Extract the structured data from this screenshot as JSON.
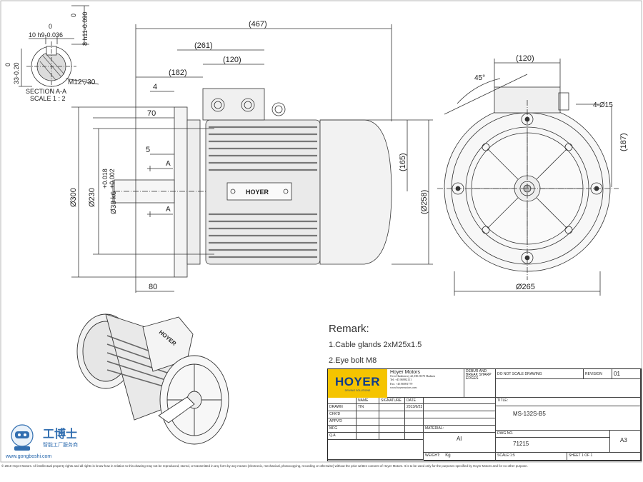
{
  "section": {
    "title_line1": "SECTION A-A",
    "title_line2": "SCALE 1 : 2",
    "key_tol": "10 h9-0.036",
    "key_zero": "0",
    "height_tol_top": "0",
    "height_tol_mid": "8 h11-0.090",
    "side_zero": "0",
    "side_tol": "33-0.20",
    "thread": "M12▽30"
  },
  "side_view": {
    "dims": {
      "overall": "(467)",
      "d261": "(261)",
      "d120": "(120)",
      "d182": "(182)",
      "d4": "4",
      "d70": "70",
      "d5": "5",
      "d80": "80",
      "d165": "(165)",
      "d258": "(Ø258)",
      "d300": "Ø300",
      "d230": "Ø230",
      "d38": "Ø38 k6",
      "tol_up": "+0.018",
      "tol_dn": "+0.002",
      "cut": "A"
    },
    "brand": "HOYER"
  },
  "front_view": {
    "dims": {
      "d120": "(120)",
      "angle": "45°",
      "holes": "4-Ø15",
      "d187": "(187)",
      "d265": "Ø265"
    }
  },
  "remark": {
    "title": "Remark:",
    "line1": "1.Cable glands 2xM25x1.5",
    "line2": "2.Eye bolt M8"
  },
  "title_block": {
    "logo": "HOYER",
    "logo_sub": "DRIVING SOLUTIONS",
    "company": "Hoyer Motors",
    "address": "Over Hadstenvej 42, DK-8370 Hadsten",
    "tel": "Tel: +45 86982111",
    "fax": "Fax: +45 86981779",
    "web": "www.hoyermotors.com",
    "deburr": "DEBUR AND BREAK SHARP EDGES",
    "no_scale": "DO NOT SCALE DRAWING",
    "revision_label": "REVISION",
    "revision": "01",
    "name_label": "NAME",
    "signature_label": "SIGNATURE",
    "date_label": "DATE",
    "drawn_label": "DRAWN",
    "drawn_by": "TIN",
    "drawn_date": "2013/6/23",
    "chkd_label": "CHK'D",
    "appvd_label": "APPV'D",
    "mfg_label": "MFG",
    "qa_label": "Q.A",
    "material_label": "MATERIAL:",
    "material": "Al",
    "title_label": "TITLE:",
    "title": "MS-132S-B5",
    "dwg_label": "DWG NO.",
    "dwg_no": "71215",
    "size": "A3",
    "weight_label": "WEIGHT:",
    "weight": "Kg",
    "scale_label": "SCALE:1:5",
    "sheet": "SHEET 1 OF 1"
  },
  "footer": {
    "text": "© 2010 Hoyer Motors. All intellectual property rights and all rights in know-how in relation to this drawing may not be reproduced, stored, or transmitted in any form by any means (electronic, mechanical, photocopying, recording or otherwise) without the prior written consent of Hoyer Motors. It is to be used only for the purposes specified by Hoyer Motors and for no other purpose."
  },
  "watermark": {
    "cn1": "工博士",
    "cn2": "智能工厂服务商",
    "url": "www.gongboshi.com"
  }
}
